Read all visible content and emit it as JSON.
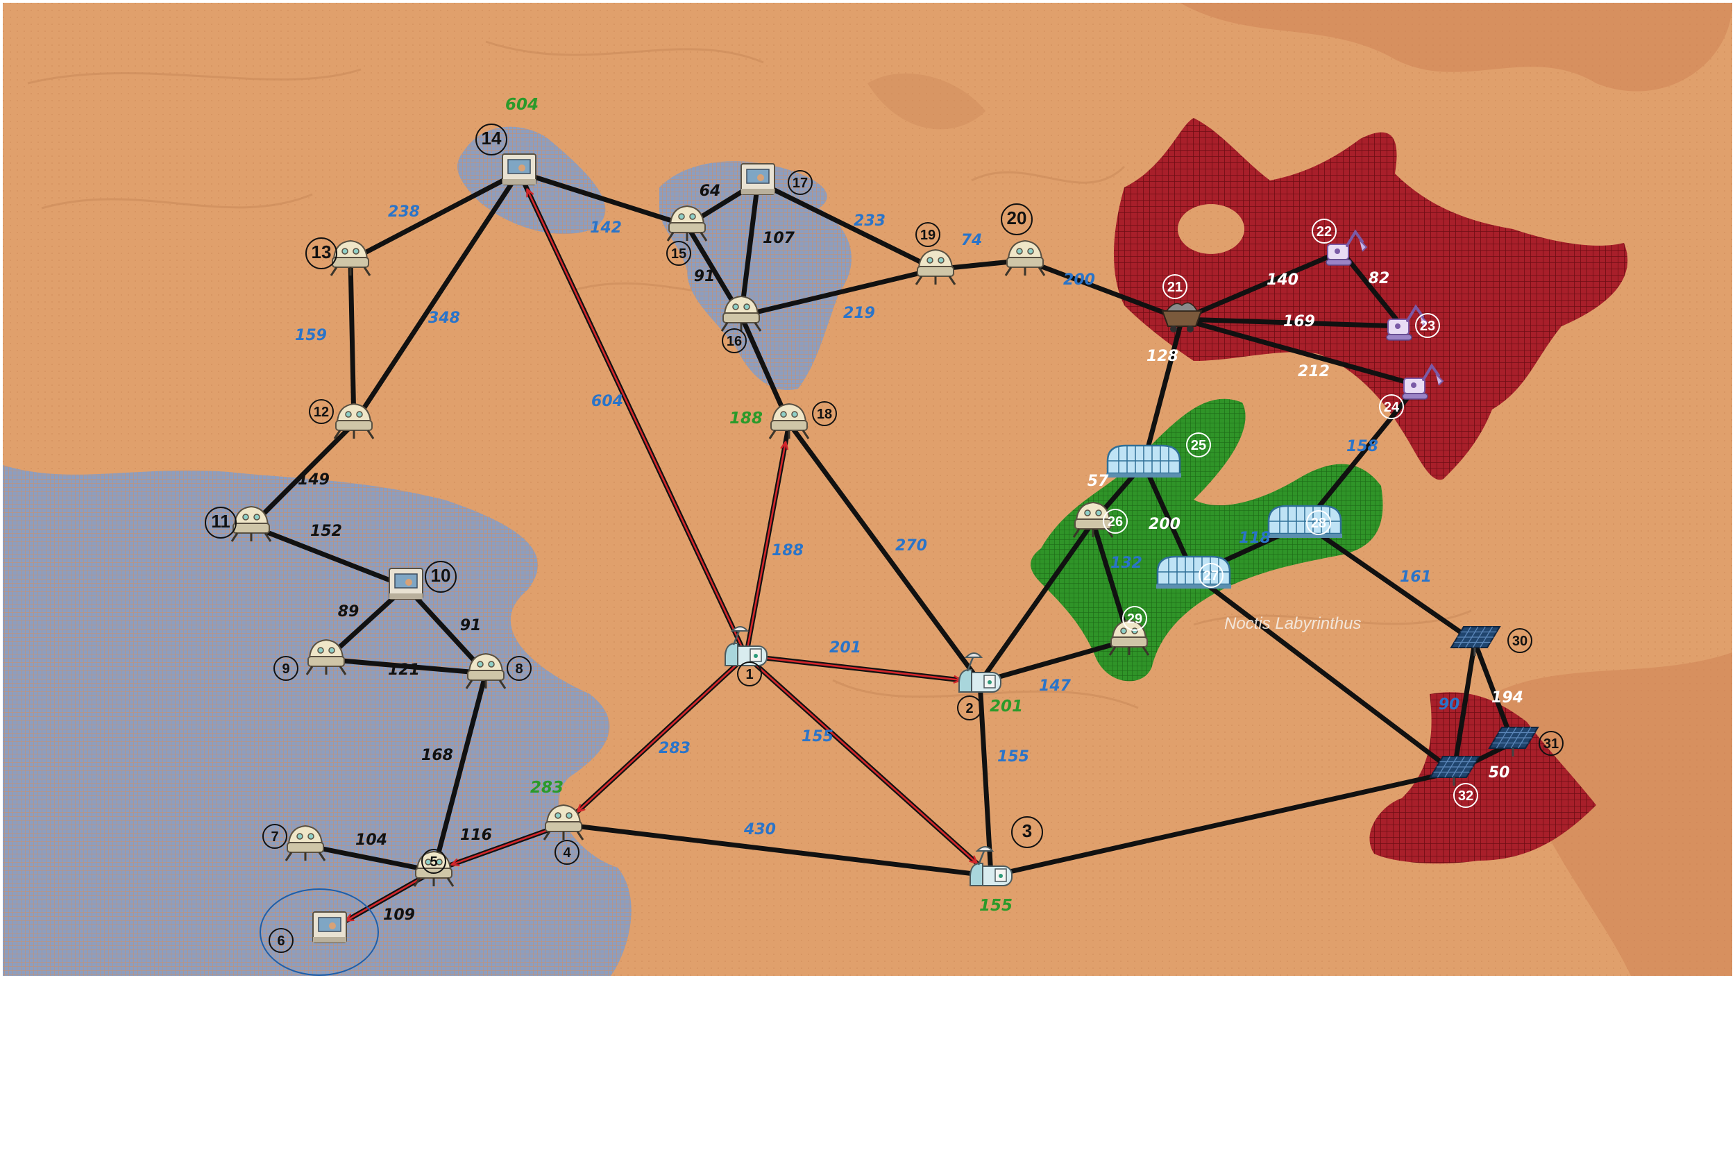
{
  "map": {
    "region_label": "Noctis Labyrinthus",
    "colors": {
      "terrain": "#df9e6a",
      "water": "#8e9fbd",
      "mining": "#a31d26",
      "greenhouse": "#2f8f24",
      "edge": "#111111",
      "highlight": "#d4262b",
      "label_blue": "#2a74c9",
      "label_green": "#2a9a2a",
      "label_black": "#111111",
      "label_white": "#ffffff"
    }
  },
  "nodes": [
    {
      "id": "1",
      "label": "1",
      "kind": "hub",
      "icon": "satellite-hub-icon"
    },
    {
      "id": "2",
      "label": "2",
      "kind": "hub",
      "icon": "satellite-hub-icon"
    },
    {
      "id": "3",
      "label": "3",
      "kind": "hub",
      "icon": "satellite-hub-icon"
    },
    {
      "id": "4",
      "label": "4",
      "kind": "pod",
      "icon": "habitat-pod-icon"
    },
    {
      "id": "5",
      "label": "5",
      "kind": "pod",
      "icon": "habitat-pod-icon"
    },
    {
      "id": "6",
      "label": "6",
      "kind": "office",
      "icon": "control-room-icon"
    },
    {
      "id": "7",
      "label": "7",
      "kind": "pod",
      "icon": "habitat-pod-icon"
    },
    {
      "id": "8",
      "label": "8",
      "kind": "pod",
      "icon": "habitat-pod-icon"
    },
    {
      "id": "9",
      "label": "9",
      "kind": "pod",
      "icon": "habitat-pod-icon"
    },
    {
      "id": "10",
      "label": "10",
      "kind": "office",
      "icon": "control-room-icon"
    },
    {
      "id": "11",
      "label": "11",
      "kind": "pod",
      "icon": "habitat-pod-icon"
    },
    {
      "id": "12",
      "label": "12",
      "kind": "pod",
      "icon": "habitat-pod-icon"
    },
    {
      "id": "13",
      "label": "13",
      "kind": "pod",
      "icon": "habitat-pod-icon"
    },
    {
      "id": "14",
      "label": "14",
      "kind": "office",
      "icon": "control-room-icon"
    },
    {
      "id": "15",
      "label": "15",
      "kind": "pod",
      "icon": "habitat-pod-icon"
    },
    {
      "id": "16",
      "label": "16",
      "kind": "pod",
      "icon": "habitat-pod-icon"
    },
    {
      "id": "17",
      "label": "17",
      "kind": "office",
      "icon": "control-room-icon"
    },
    {
      "id": "18",
      "label": "18",
      "kind": "pod",
      "icon": "habitat-pod-icon"
    },
    {
      "id": "19",
      "label": "19",
      "kind": "pod",
      "icon": "habitat-pod-icon"
    },
    {
      "id": "20",
      "label": "20",
      "kind": "pod",
      "icon": "habitat-pod-icon"
    },
    {
      "id": "21",
      "label": "21",
      "kind": "mine",
      "icon": "mine-cart-icon"
    },
    {
      "id": "22",
      "label": "22",
      "kind": "robot",
      "icon": "mining-robot-icon"
    },
    {
      "id": "23",
      "label": "23",
      "kind": "robot",
      "icon": "mining-robot-icon"
    },
    {
      "id": "24",
      "label": "24",
      "kind": "robot",
      "icon": "mining-robot-icon"
    },
    {
      "id": "25",
      "label": "25",
      "kind": "greenhouse",
      "icon": "greenhouse-dome-icon"
    },
    {
      "id": "26",
      "label": "26",
      "kind": "pod",
      "icon": "habitat-pod-icon"
    },
    {
      "id": "27",
      "label": "27",
      "kind": "greenhouse",
      "icon": "greenhouse-dome-icon"
    },
    {
      "id": "28",
      "label": "28",
      "kind": "greenhouse",
      "icon": "greenhouse-dome-icon"
    },
    {
      "id": "29",
      "label": "29",
      "kind": "pod",
      "icon": "habitat-pod-icon"
    },
    {
      "id": "30",
      "label": "30",
      "kind": "solar",
      "icon": "solar-panel-icon"
    },
    {
      "id": "31",
      "label": "31",
      "kind": "solar",
      "icon": "solar-panel-icon"
    },
    {
      "id": "32",
      "label": "32",
      "kind": "solar",
      "icon": "solar-panel-icon"
    }
  ],
  "edges": [
    {
      "from": "1",
      "to": "14",
      "weight": "604",
      "highlight": true,
      "label_color": "label_blue"
    },
    {
      "from": "1",
      "to": "18",
      "weight": "188",
      "highlight": true,
      "label_color": "label_blue"
    },
    {
      "from": "1",
      "to": "2",
      "weight": "201",
      "highlight": true,
      "label_color": "label_blue"
    },
    {
      "from": "1",
      "to": "3",
      "weight": "155",
      "highlight": true,
      "label_color": "label_blue"
    },
    {
      "from": "1",
      "to": "4",
      "weight": "283",
      "highlight": true,
      "label_color": "label_blue"
    },
    {
      "from": "4",
      "to": "5",
      "weight": "116",
      "highlight": true,
      "label_color": "label_black"
    },
    {
      "from": "5",
      "to": "6",
      "weight": "109",
      "highlight": true,
      "label_color": "label_black"
    },
    {
      "from": "5",
      "to": "7",
      "weight": "104",
      "highlight": false,
      "label_color": "label_black"
    },
    {
      "from": "5",
      "to": "8",
      "weight": "168",
      "highlight": false,
      "label_color": "label_black"
    },
    {
      "from": "8",
      "to": "9",
      "weight": "121",
      "highlight": false,
      "label_color": "label_black"
    },
    {
      "from": "8",
      "to": "10",
      "weight": "91",
      "highlight": false,
      "label_color": "label_black"
    },
    {
      "from": "9",
      "to": "10",
      "weight": "89",
      "highlight": false,
      "label_color": "label_black"
    },
    {
      "from": "10",
      "to": "11",
      "weight": "152",
      "highlight": false,
      "label_color": "label_black"
    },
    {
      "from": "11",
      "to": "12",
      "weight": "149",
      "highlight": false,
      "label_color": "label_black"
    },
    {
      "from": "12",
      "to": "13",
      "weight": "159",
      "highlight": false,
      "label_color": "label_blue"
    },
    {
      "from": "12",
      "to": "14",
      "weight": "348",
      "highlight": false,
      "label_color": "label_blue"
    },
    {
      "from": "13",
      "to": "14",
      "weight": "238",
      "highlight": false,
      "label_color": "label_blue"
    },
    {
      "from": "14",
      "to": "15",
      "weight": "142",
      "highlight": false,
      "label_color": "label_blue"
    },
    {
      "from": "15",
      "to": "16",
      "weight": "91",
      "highlight": false,
      "label_color": "label_black"
    },
    {
      "from": "15",
      "to": "17",
      "weight": "64",
      "highlight": false,
      "label_color": "label_black"
    },
    {
      "from": "16",
      "to": "17",
      "weight": "107",
      "highlight": false,
      "label_color": "label_black"
    },
    {
      "from": "17",
      "to": "19",
      "weight": "233",
      "highlight": false,
      "label_color": "label_blue"
    },
    {
      "from": "16",
      "to": "19",
      "weight": "219",
      "highlight": false,
      "label_color": "label_blue"
    },
    {
      "from": "16",
      "to": "18",
      "weight": "",
      "highlight": false,
      "label_color": "label_black"
    },
    {
      "from": "19",
      "to": "20",
      "weight": "74",
      "highlight": false,
      "label_color": "label_blue"
    },
    {
      "from": "20",
      "to": "21",
      "weight": "200",
      "highlight": false,
      "label_color": "label_blue"
    },
    {
      "from": "18",
      "to": "2",
      "weight": "270",
      "highlight": false,
      "label_color": "label_blue"
    },
    {
      "from": "2",
      "to": "3",
      "weight": "155",
      "highlight": false,
      "label_color": "label_blue"
    },
    {
      "from": "4",
      "to": "3",
      "weight": "430",
      "highlight": false,
      "label_color": "label_blue"
    },
    {
      "from": "2",
      "to": "26",
      "weight": "",
      "highlight": false,
      "label_color": "label_black"
    },
    {
      "from": "2",
      "to": "29",
      "weight": "147",
      "highlight": false,
      "label_color": "label_blue"
    },
    {
      "from": "26",
      "to": "25",
      "weight": "57",
      "highlight": false,
      "label_color": "label_white"
    },
    {
      "from": "26",
      "to": "29",
      "weight": "132",
      "highlight": false,
      "label_color": "label_blue"
    },
    {
      "from": "25",
      "to": "27",
      "weight": "200",
      "highlight": false,
      "label_color": "label_white"
    },
    {
      "from": "25",
      "to": "21",
      "weight": "128",
      "highlight": false,
      "label_color": "label_white"
    },
    {
      "from": "21",
      "to": "22",
      "weight": "140",
      "highlight": false,
      "label_color": "label_white"
    },
    {
      "from": "21",
      "to": "23",
      "weight": "169",
      "highlight": false,
      "label_color": "label_white"
    },
    {
      "from": "21",
      "to": "24",
      "weight": "212",
      "highlight": false,
      "label_color": "label_white"
    },
    {
      "from": "22",
      "to": "23",
      "weight": "82",
      "highlight": false,
      "label_color": "label_white"
    },
    {
      "from": "24",
      "to": "28",
      "weight": "158",
      "highlight": false,
      "label_color": "label_blue"
    },
    {
      "from": "27",
      "to": "28",
      "weight": "118",
      "highlight": false,
      "label_color": "label_blue"
    },
    {
      "from": "28",
      "to": "30",
      "weight": "161",
      "highlight": false,
      "label_color": "label_blue"
    },
    {
      "from": "27",
      "to": "32",
      "weight": "",
      "highlight": false,
      "label_color": "label_black"
    },
    {
      "from": "30",
      "to": "32",
      "weight": "90",
      "highlight": false,
      "label_color": "label_blue"
    },
    {
      "from": "30",
      "to": "31",
      "weight": "194",
      "highlight": false,
      "label_color": "label_white"
    },
    {
      "from": "31",
      "to": "32",
      "weight": "50",
      "highlight": false,
      "label_color": "label_white"
    },
    {
      "from": "3",
      "to": "32",
      "weight": "",
      "highlight": false,
      "label_color": "label_black"
    }
  ],
  "distance_annotations": [
    {
      "node": "14",
      "value": "604"
    },
    {
      "node": "18",
      "value": "188"
    },
    {
      "node": "2",
      "value": "201"
    },
    {
      "node": "3",
      "value": "155"
    },
    {
      "node": "4",
      "value": "283"
    }
  ]
}
